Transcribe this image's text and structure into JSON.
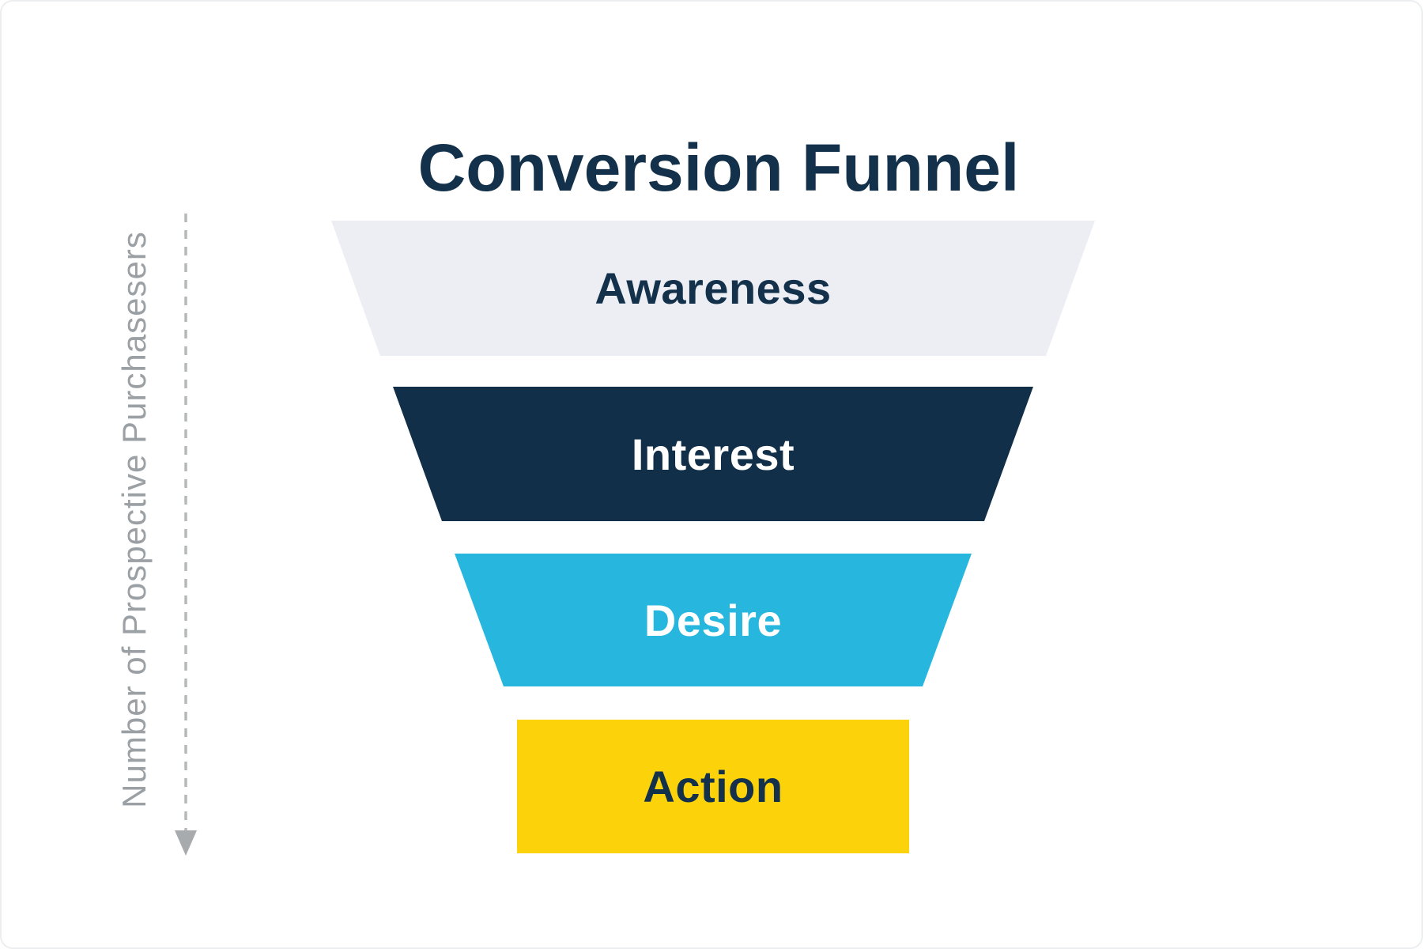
{
  "page": {
    "background": "#ffffff",
    "frame_border_color": "#eceef0"
  },
  "title": {
    "text": "Conversion Funnel",
    "color": "#14314b"
  },
  "y_axis": {
    "label": "Number of Prospective Purchasesers",
    "text_color": "#9ba0a5",
    "line_color": "#b5b8ba",
    "arrowhead_color": "#a8abae",
    "direction": "down"
  },
  "funnel": {
    "stages": [
      {
        "label": "Awareness",
        "fill": "#eceef3",
        "text_color": "#14314b"
      },
      {
        "label": "Interest",
        "fill": "#112f48",
        "text_color": "#ffffff"
      },
      {
        "label": "Desire",
        "fill": "#26b6de",
        "text_color": "#ffffff"
      },
      {
        "label": "Action",
        "fill": "#fcd30b",
        "text_color": "#14314b"
      }
    ]
  }
}
